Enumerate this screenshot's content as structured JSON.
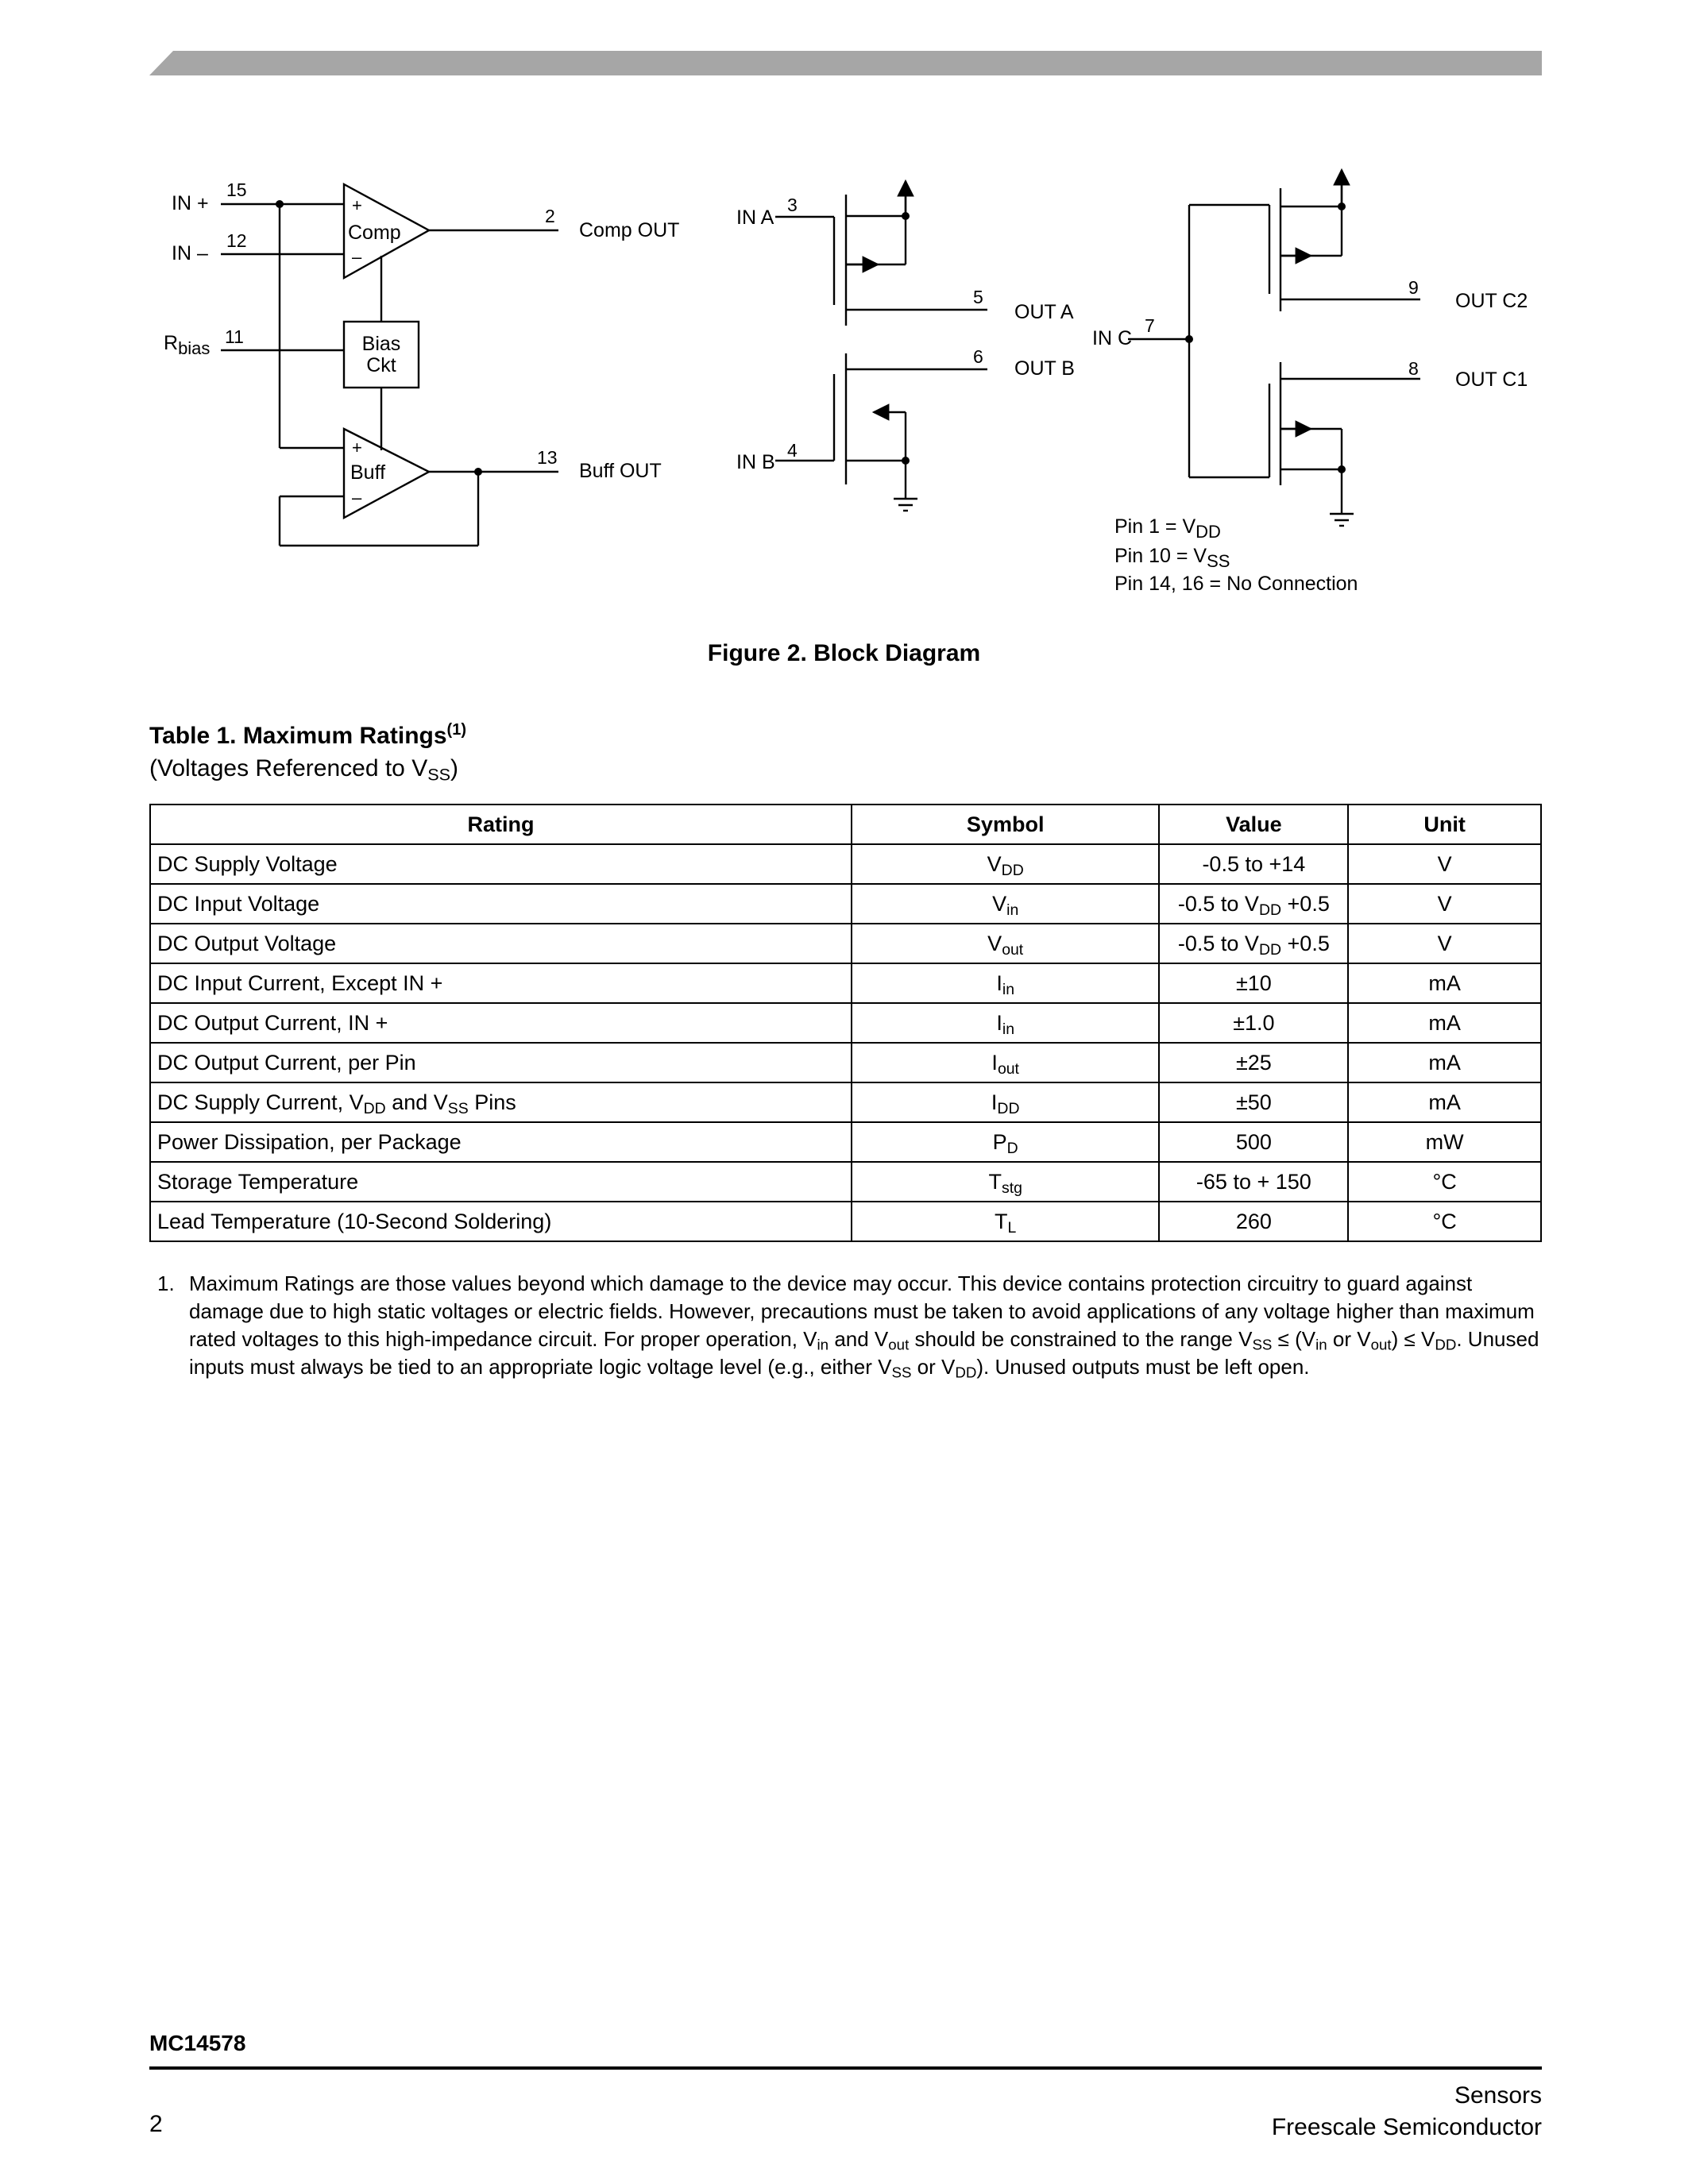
{
  "figure": {
    "caption": "Figure 2.  Block Diagram",
    "labels": {
      "in_plus": "IN +",
      "in_minus": "IN –",
      "rbias_main": "R",
      "rbias_sub": "bias",
      "comp": "Comp",
      "bias_line1": "Bias",
      "bias_line2": "Ckt",
      "buff": "Buff",
      "comp_out": "Comp OUT",
      "buff_out": "Buff OUT",
      "in_a": "IN A",
      "in_b": "IN B",
      "out_a": "OUT A",
      "out_b": "OUT B",
      "in_c": "IN C",
      "out_c2": "OUT C2",
      "out_c1": "OUT C1",
      "plus": "+",
      "minus": "–"
    },
    "pins": {
      "p15": "15",
      "p12": "12",
      "p11": "11",
      "p2": "2",
      "p13": "13",
      "p3": "3",
      "p4": "4",
      "p5": "5",
      "p6": "6",
      "p7": "7",
      "p9": "9",
      "p8": "8"
    },
    "notes": {
      "n1_main": "Pin 1 = V",
      "n1_sub": "DD",
      "n2_main": "Pin 10 = V",
      "n2_sub": "SS",
      "n3": "Pin 14, 16 = No Connection"
    }
  },
  "table": {
    "title": "Table 1.  Maximum Ratings",
    "title_sup": "(1)",
    "subtitle_pre": "(Voltages Referenced to V",
    "subtitle_sub": "SS",
    "subtitle_post": ")",
    "headers": {
      "rating": "Rating",
      "symbol": "Symbol",
      "value": "Value",
      "unit": "Unit"
    },
    "rows": [
      {
        "rating": {
          "a": "DC Supply Voltage"
        },
        "symbol": {
          "m": "V",
          "s": "DD"
        },
        "value": {
          "a": "-0.5 to +14"
        },
        "unit": "V"
      },
      {
        "rating": {
          "a": "DC Input Voltage"
        },
        "symbol": {
          "m": "V",
          "s": "in"
        },
        "value": {
          "a": "-0.5 to V",
          "s": "DD",
          "b": " +0.5"
        },
        "unit": "V"
      },
      {
        "rating": {
          "a": "DC Output Voltage"
        },
        "symbol": {
          "m": "V",
          "s": "out"
        },
        "value": {
          "a": "-0.5 to V",
          "s": "DD",
          "b": " +0.5"
        },
        "unit": "V"
      },
      {
        "rating": {
          "a": "DC Input Current, Except IN +"
        },
        "symbol": {
          "m": "I",
          "s": "in"
        },
        "value": {
          "a": "±10"
        },
        "unit": "mA"
      },
      {
        "rating": {
          "a": "DC Output Current, IN +"
        },
        "symbol": {
          "m": "I",
          "s": "in"
        },
        "value": {
          "a": "±1.0"
        },
        "unit": "mA"
      },
      {
        "rating": {
          "a": "DC Output Current, per Pin"
        },
        "symbol": {
          "m": "I",
          "s": "out"
        },
        "value": {
          "a": "±25"
        },
        "unit": "mA"
      },
      {
        "rating": {
          "a": "DC Supply Current, V",
          "s1": "DD",
          "b": " and V",
          "s2": "SS",
          "c": " Pins"
        },
        "symbol": {
          "m": "I",
          "s": "DD"
        },
        "value": {
          "a": "±50"
        },
        "unit": "mA"
      },
      {
        "rating": {
          "a": "Power Dissipation, per Package"
        },
        "symbol": {
          "m": "P",
          "s": "D"
        },
        "value": {
          "a": "500"
        },
        "unit": "mW"
      },
      {
        "rating": {
          "a": "Storage Temperature"
        },
        "symbol": {
          "m": "T",
          "s": "stg"
        },
        "value": {
          "a": "-65 to + 150"
        },
        "unit": "°C"
      },
      {
        "rating": {
          "a": "Lead Temperature (10-Second Soldering)"
        },
        "symbol": {
          "m": "T",
          "s": "L"
        },
        "value": {
          "a": "260"
        },
        "unit": "°C"
      }
    ]
  },
  "footnote": {
    "num": "1.",
    "t1": "Maximum Ratings are those values beyond which damage to the device may occur. This device contains protection circuitry to guard against damage due to high static voltages or electric fields. However, precautions must be taken to avoid applications of any voltage higher than maximum rated voltages to this high-impedance circuit. For proper operation, V",
    "s1": "in",
    "t2": " and V",
    "s2": "out",
    "t3": " should be constrained to the range V",
    "s3": "SS",
    "t4": " ≤ (V",
    "s4": "in",
    "t5": " or V",
    "s5": "out",
    "t6": ") ≤ V",
    "s6": "DD",
    "t7": ". Unused inputs must always be tied to an appropriate logic voltage level (e.g., either V",
    "s7": "SS",
    "t8": " or V",
    "s8": "DD",
    "t9": "). Unused outputs must be left open."
  },
  "footer": {
    "part_number": "MC14578",
    "page_number": "2",
    "section": "Sensors",
    "company": "Freescale Semiconductor"
  }
}
